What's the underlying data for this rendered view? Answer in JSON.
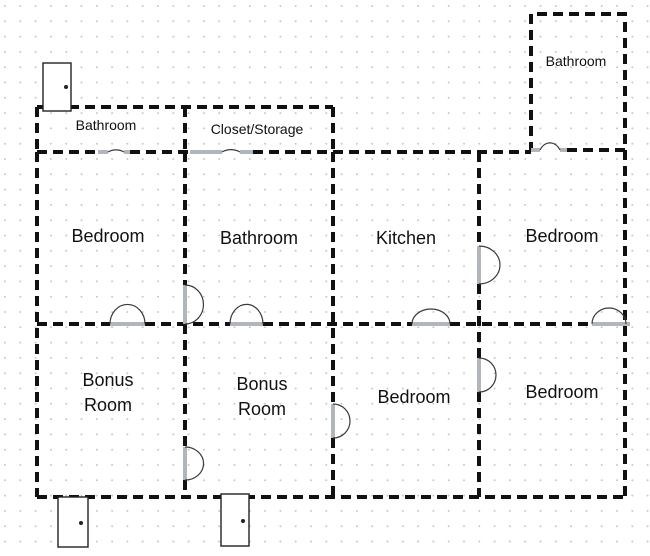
{
  "rooms": {
    "bathroom_top_left": "Bathroom",
    "closet_storage": "Closet/Storage",
    "bathroom_top_right": "Bathroom",
    "bedroom_left": "Bedroom",
    "bathroom_middle": "Bathroom",
    "kitchen": "Kitchen",
    "bedroom_right": "Bedroom",
    "bonus_room_left": [
      "Bonus",
      "Room"
    ],
    "bonus_room_middle": [
      "Bonus",
      "Room"
    ],
    "bedroom_bottom_middle": "Bedroom",
    "bedroom_bottom_right": "Bedroom"
  },
  "colors": {
    "wall": "#111111",
    "door_gap": "#b0b6bc",
    "grid_dot": "#c8c8c8"
  }
}
